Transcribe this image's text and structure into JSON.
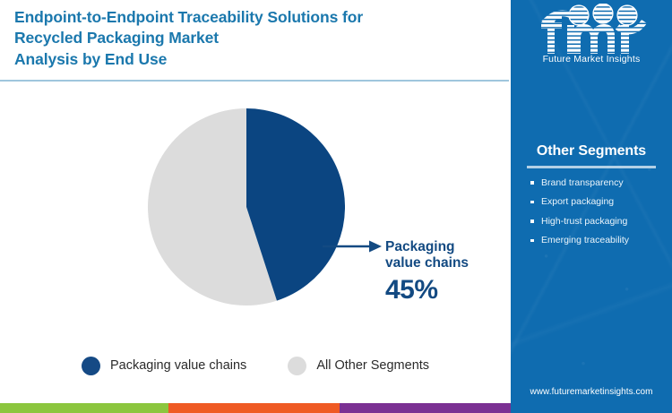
{
  "header": {
    "title_lines": [
      "Endpoint-to-Endpoint Traceability Solutions for",
      "Recycled Packaging Market",
      "Analysis by End Use"
    ],
    "title_color": "#1b78ad",
    "rule_color": "#9fc6dd"
  },
  "logo": {
    "wordmark": "fmi",
    "tagline": "Future Market Insights"
  },
  "callout": {
    "line1": "Packaging",
    "line2": "value chains",
    "percent": "45%",
    "color": "#134a82"
  },
  "legend": {
    "items": [
      {
        "label": "Packaging value chains",
        "color": "#154a85"
      },
      {
        "label": "All Other Segments",
        "color": "#dcdcdc"
      }
    ]
  },
  "sidebar": {
    "background": "#0f6cb0",
    "panel_title": "Other Segments",
    "items": [
      {
        "label": "Brand transparency"
      },
      {
        "label": "Export packaging"
      },
      {
        "label": "High-trust packaging"
      },
      {
        "label": "Emerging traceability"
      }
    ],
    "url": "www.futuremarketinsights.com"
  },
  "strip": {
    "segments": [
      {
        "color": "#8cc63e",
        "width": 188
      },
      {
        "color": "#ef5a24",
        "width": 191
      },
      {
        "color": "#7b3093",
        "width": 191
      }
    ]
  },
  "chart_data": {
    "type": "pie",
    "title": "Endpoint-to-Endpoint Traceability Solutions for Recycled Packaging Market Analysis by End Use",
    "categories": [
      "Packaging value chains",
      "All Other Segments"
    ],
    "values": [
      45,
      55
    ],
    "value_unit": "%",
    "colors": [
      "#0b4581",
      "#dcdcdc"
    ],
    "labels_shown": [
      "45%"
    ],
    "start_angle_deg": 0,
    "direction": "clockwise",
    "legend_position": "bottom",
    "grid": false,
    "annotations": [
      "Packaging value chains 45%"
    ]
  }
}
